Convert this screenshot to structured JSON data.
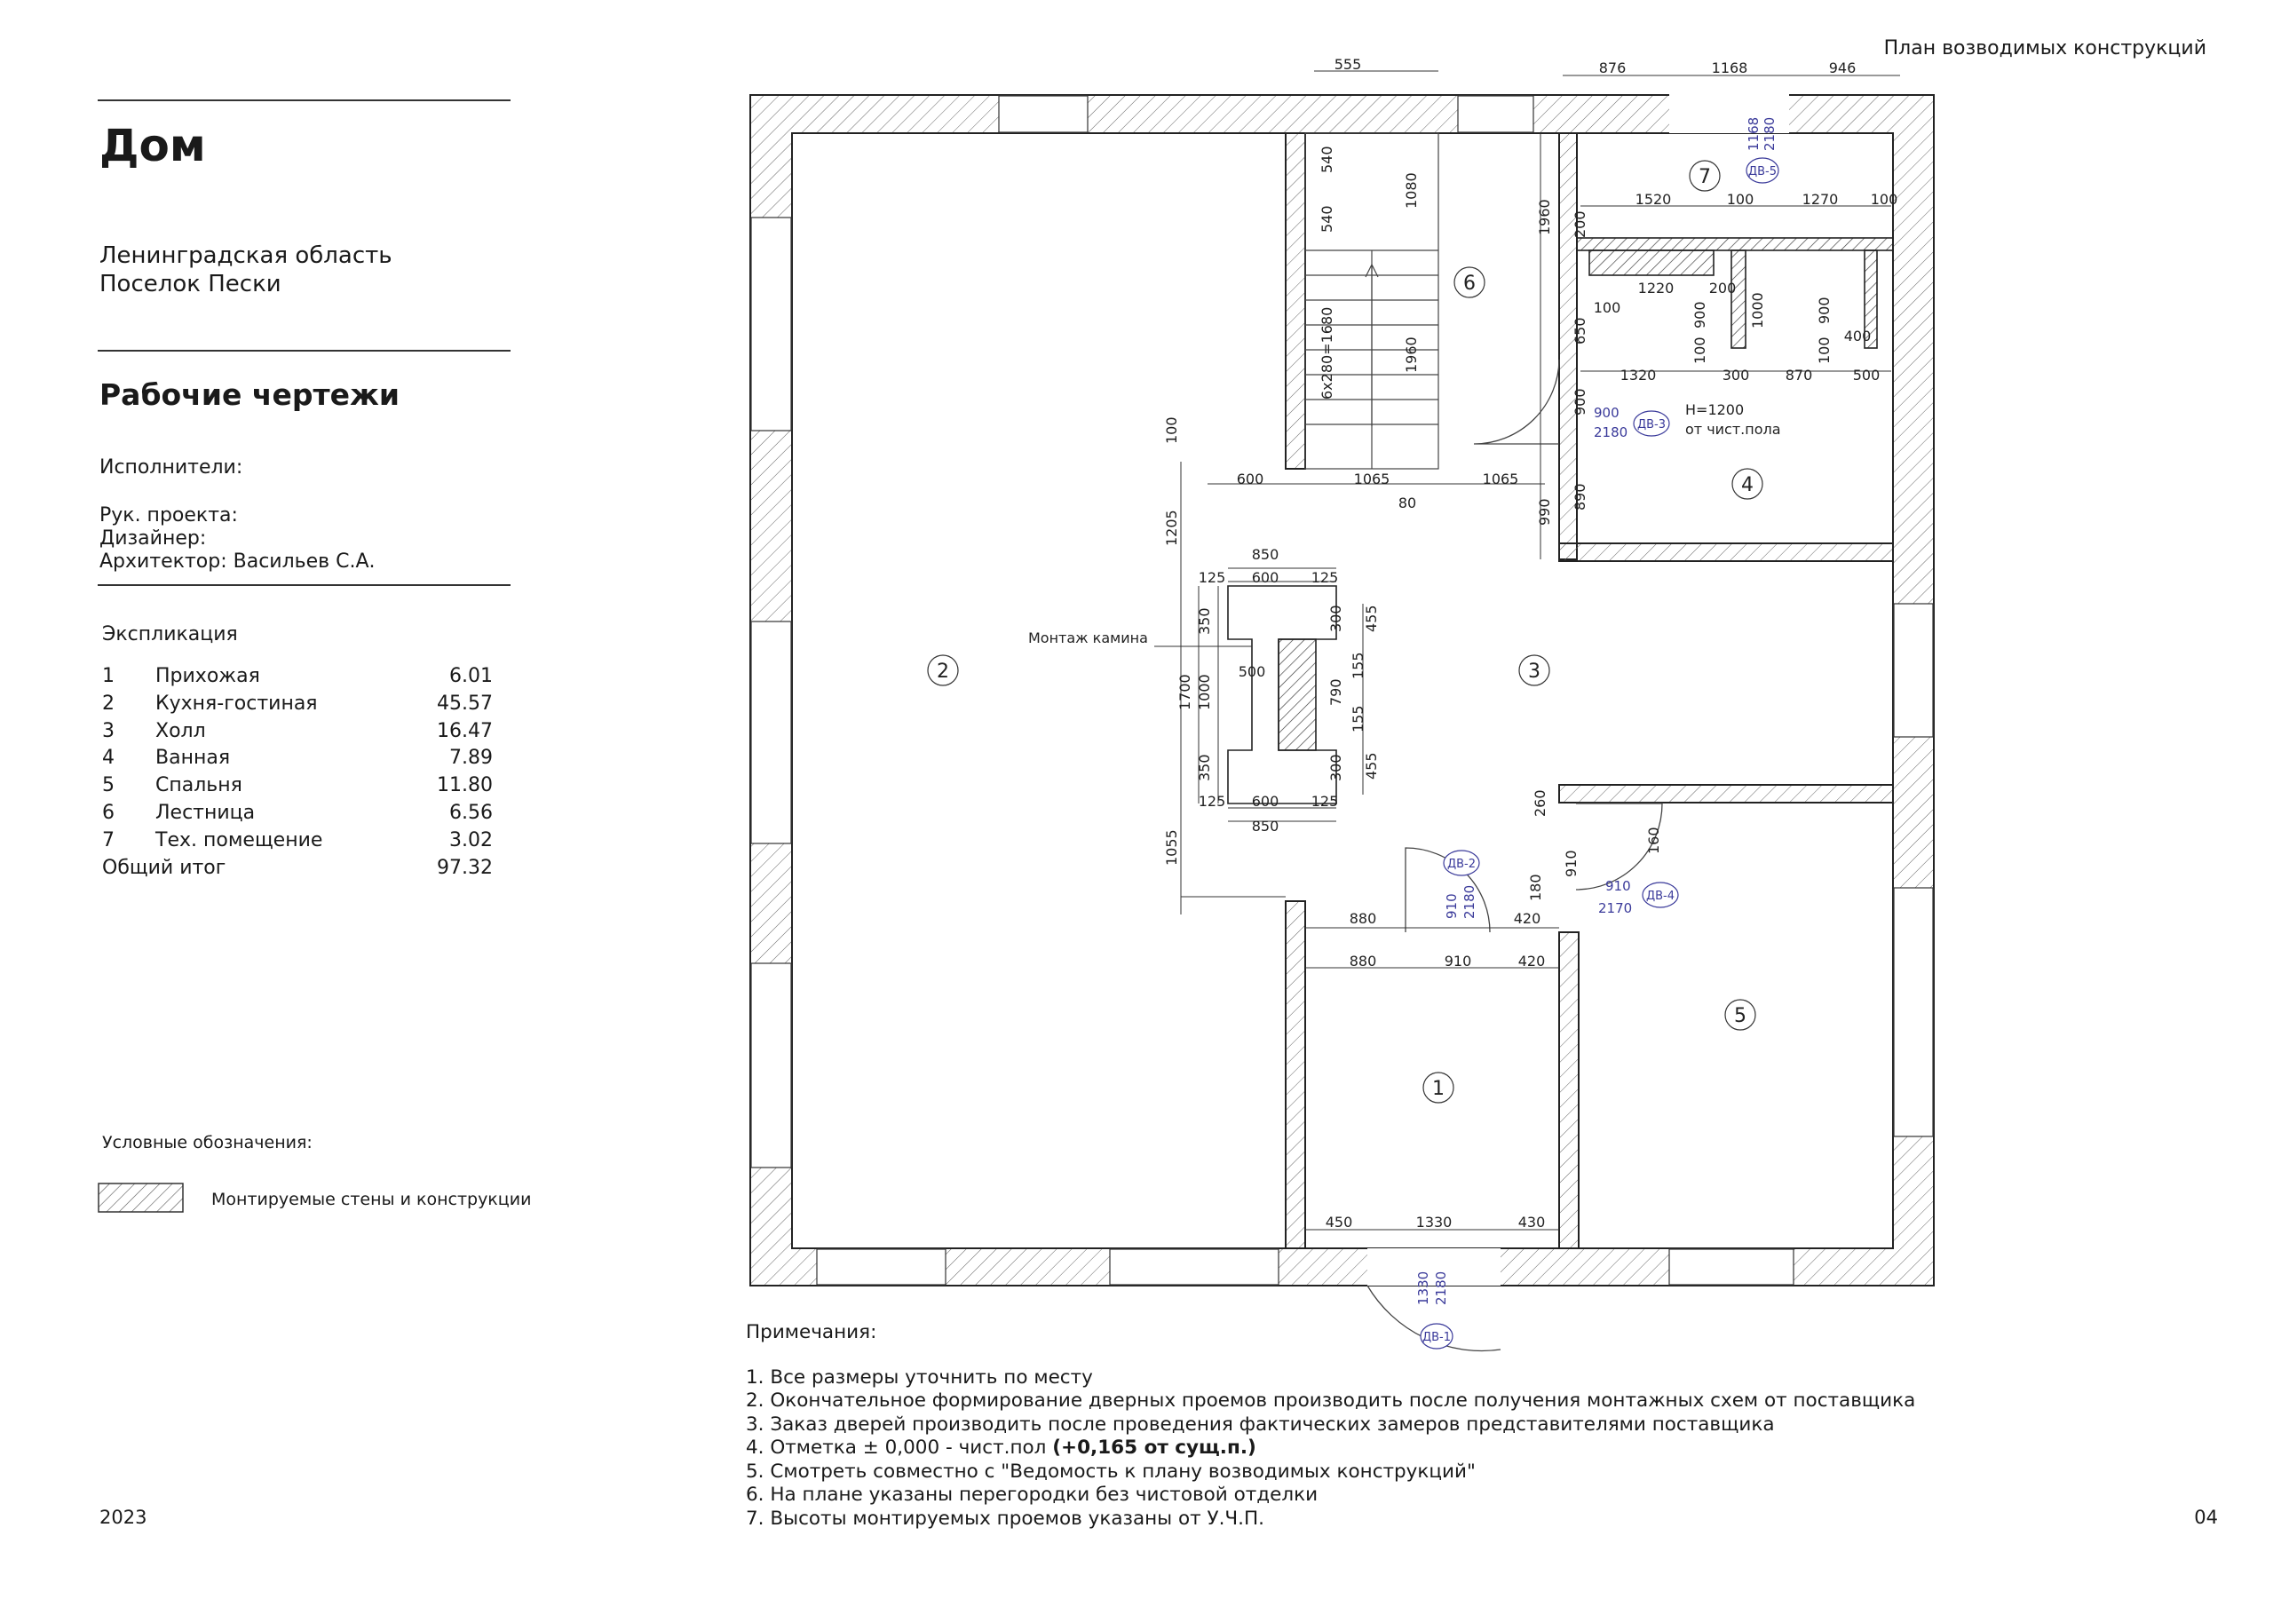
{
  "sheet": {
    "title": "План возводимых конструкций",
    "year": "2023",
    "page_number": "04"
  },
  "project": {
    "title": "Дом",
    "location": [
      "Ленинградская область",
      "Поселок Пески"
    ],
    "subtitle": "Рабочие чертежи",
    "performers_label": "Исполнители:",
    "roles": [
      "Рук. проекта:",
      "Дизайнер:",
      "Архитектор: Васильев С.А."
    ]
  },
  "explication": {
    "title": "Экспликация",
    "rows": [
      {
        "num": "1",
        "name": "Прихожая",
        "area": "6.01"
      },
      {
        "num": "2",
        "name": "Кухня-гостиная",
        "area": "45.57"
      },
      {
        "num": "3",
        "name": "Холл",
        "area": "16.47"
      },
      {
        "num": "4",
        "name": "Ванная",
        "area": "7.89"
      },
      {
        "num": "5",
        "name": "Спальня",
        "area": "11.80"
      },
      {
        "num": "6",
        "name": "Лестница",
        "area": "6.56"
      },
      {
        "num": "7",
        "name": "Тех. помещение",
        "area": "3.02"
      }
    ],
    "total": {
      "label": "Общий итог",
      "area": "97.32"
    }
  },
  "legend": {
    "title": "Условные обозначения:",
    "items": [
      {
        "label": "Монтируемые стены и конструкции"
      }
    ]
  },
  "plan": {
    "rooms": [
      "1",
      "2",
      "3",
      "4",
      "5",
      "6",
      "7"
    ],
    "doors": {
      "dv1": {
        "tag": "ДВ-1",
        "width": "1330",
        "height": "2180"
      },
      "dv2": {
        "tag": "ДВ-2",
        "width": "910",
        "height": "2180"
      },
      "dv3": {
        "tag": "ДВ-3",
        "width": "900",
        "height": "2180"
      },
      "dv4": {
        "tag": "ДВ-4",
        "width": "910",
        "height": "2170"
      },
      "dv5": {
        "tag": "ДВ-5",
        "width": "1168",
        "height": "2180"
      }
    },
    "labels": {
      "fireplace": "Монтаж камина",
      "sill_height": "Н=1200",
      "sill_ref": "от чист.пола"
    },
    "dims": {
      "top_555": "555",
      "top_876": "876",
      "top_1168": "1168",
      "top_946": "946",
      "d1520": "1520",
      "d100a": "100",
      "d1270": "1270",
      "d100b": "100",
      "d200a": "200",
      "d1220": "1220",
      "d200b": "200",
      "d100c": "100",
      "d650": "650",
      "d900a": "900",
      "d1000a": "1000",
      "d900b": "900",
      "d400": "400",
      "d100d": "100",
      "d100e": "100",
      "d1320": "1320",
      "d300": "300",
      "d870": "870",
      "d500a": "500",
      "d900c": "900",
      "d890": "890",
      "d990": "990",
      "d1960a": "1960",
      "d540a": "540",
      "d540b": "540",
      "d1080": "1080",
      "d6x280": "6х280=1680",
      "d1960b": "1960",
      "d600a": "600",
      "d1065a": "1065",
      "d1065b": "1065",
      "d80": "80",
      "d100f": "100",
      "d1205": "1205",
      "d850a": "850",
      "d125a": "125",
      "d600b": "600",
      "d125b": "125",
      "d350a": "350",
      "d300a": "300",
      "d455a": "455",
      "d1700": "1700",
      "d1000b": "1000",
      "d500b": "500",
      "d790": "790",
      "d155a": "155",
      "d155b": "155",
      "d350b": "350",
      "d300b": "300",
      "d455b": "455",
      "d125c": "125",
      "d600c": "600",
      "d125d": "125",
      "d850b": "850",
      "d1055": "1055",
      "d260": "260",
      "d160": "160",
      "d910a": "910",
      "d180": "180",
      "d420a": "420",
      "d880a": "880",
      "d880b": "880",
      "d910b": "910",
      "d420b": "420",
      "d450": "450",
      "d1330": "1330",
      "d430": "430"
    }
  },
  "notes": {
    "title": "Примечания:",
    "items": [
      {
        "text": "1. Все размеры уточнить по месту"
      },
      {
        "text": "2. Окончательное формирование дверных проемов производить после получения монтажных схем от поставщика"
      },
      {
        "text": "3. Заказ дверей производить после проведения фактических замеров представителями поставщика"
      },
      {
        "text": "4. Отметка ± 0,000 - чист.пол ",
        "bold": "(+0,165 от сущ.п.)"
      },
      {
        "text": "5. Смотреть совместно с \"Ведомость к плану возводимых конструкций\""
      },
      {
        "text": "6. На плане указаны перегородки без чистовой отделки"
      },
      {
        "text": "7. Высоты монтируемых проемов указаны от У.Ч.П."
      }
    ]
  },
  "colors": {
    "ink": "#1a1a1a",
    "annotation": "#3a3a9a",
    "wall_hatch": "#555555"
  }
}
